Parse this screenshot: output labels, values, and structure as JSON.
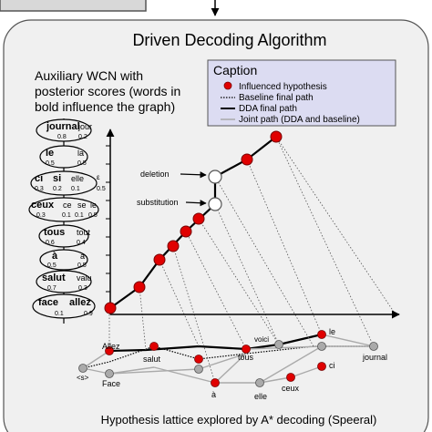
{
  "title": "Driven Decoding Algorithm",
  "wcn": {
    "heading": [
      "Auxiliary WCN with",
      "posterior scores (words in",
      "bold influence the graph)"
    ],
    "rows": [
      {
        "words": [
          {
            "w": "journal",
            "bold": true,
            "p": "0.8"
          },
          {
            "w": "jour",
            "bold": false,
            "p": "0.2"
          }
        ]
      },
      {
        "words": [
          {
            "w": "le",
            "bold": true,
            "p": "0.5"
          },
          {
            "w": "la",
            "bold": false,
            "p": "0.5"
          }
        ]
      },
      {
        "words": [
          {
            "w": "ci",
            "bold": true,
            "p": "0.3"
          },
          {
            "w": "si",
            "bold": true,
            "p": "0.2"
          },
          {
            "w": "elle",
            "bold": false,
            "p": "0.1"
          },
          {
            "w": "ε",
            "bold": false,
            "p": "0.5"
          }
        ]
      },
      {
        "words": [
          {
            "w": "ceux",
            "bold": true,
            "p": "0.3"
          },
          {
            "w": "ce",
            "bold": false,
            "p": "0.1"
          },
          {
            "w": "se",
            "bold": false,
            "p": "0.1"
          },
          {
            "w": "le",
            "bold": false,
            "p": "0.5"
          }
        ]
      },
      {
        "words": [
          {
            "w": "tous",
            "bold": true,
            "p": "0.6"
          },
          {
            "w": "tout",
            "bold": false,
            "p": "0.4"
          }
        ]
      },
      {
        "words": [
          {
            "w": "à",
            "bold": true,
            "p": "0.5"
          },
          {
            "w": "a",
            "bold": false,
            "p": "0.5"
          }
        ]
      },
      {
        "words": [
          {
            "w": "salut",
            "bold": true,
            "p": "0.7"
          },
          {
            "w": "valu",
            "bold": false,
            "p": "0.3"
          }
        ]
      },
      {
        "words": [
          {
            "w": "face",
            "bold": true,
            "p": "0.1"
          },
          {
            "w": "allez",
            "bold": true,
            "p": "0.9"
          }
        ]
      }
    ]
  },
  "caption": {
    "title": "Caption",
    "items": [
      {
        "label": "Influenced hypothesis",
        "style": "dot"
      },
      {
        "label": "Baseline final path",
        "style": "dotted"
      },
      {
        "label": "DDA final path",
        "style": "solid"
      },
      {
        "label": "Joint path (DDA and baseline)",
        "style": "gray"
      }
    ]
  },
  "annotations": {
    "deletion": "deletion",
    "substitution": "substitution"
  },
  "lattice": {
    "words": {
      "s": "<s>",
      "allez": "Allez",
      "face": "Face",
      "salut": "salut",
      "a": "à",
      "tous": "tous",
      "voici": "voici",
      "elle": "elle",
      "ceux": "ceux",
      "le": "le",
      "ci": "ci",
      "journal": "journal"
    }
  },
  "footer": "Hypothesis lattice explored by A* decoding (Speeral)",
  "colors": {
    "influenced": "#e00000",
    "plain": "#aaaaaa",
    "frame": "#f0f0f0",
    "caption_bg": "#dcdcf2"
  }
}
